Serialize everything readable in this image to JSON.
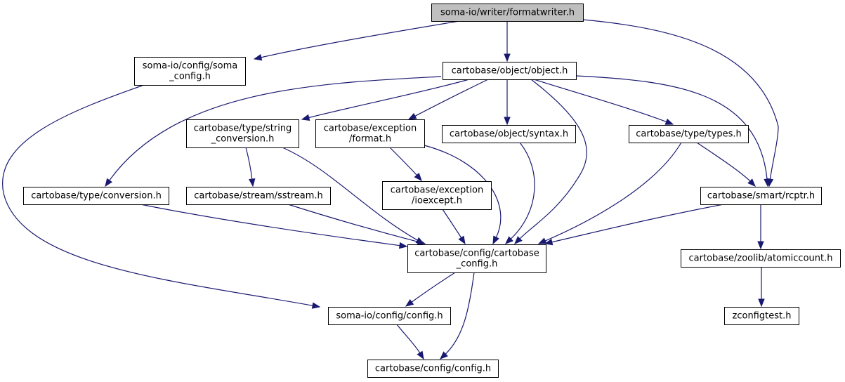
{
  "diagram": {
    "nodes": [
      {
        "id": "formatwriter",
        "lines": [
          "soma-io/writer/formatwriter.h"
        ],
        "root": true
      },
      {
        "id": "soma_config",
        "lines": [
          "soma-io/config/soma",
          "_config.h"
        ]
      },
      {
        "id": "object",
        "lines": [
          "cartobase/object/object.h"
        ]
      },
      {
        "id": "string_conversion",
        "lines": [
          "cartobase/type/string",
          "_conversion.h"
        ]
      },
      {
        "id": "exception_format",
        "lines": [
          "cartobase/exception",
          "/format.h"
        ]
      },
      {
        "id": "syntax",
        "lines": [
          "cartobase/object/syntax.h"
        ]
      },
      {
        "id": "types",
        "lines": [
          "cartobase/type/types.h"
        ]
      },
      {
        "id": "conversion",
        "lines": [
          "cartobase/type/conversion.h"
        ]
      },
      {
        "id": "sstream",
        "lines": [
          "cartobase/stream/sstream.h"
        ]
      },
      {
        "id": "ioexcept",
        "lines": [
          "cartobase/exception",
          "/ioexcept.h"
        ]
      },
      {
        "id": "rcptr",
        "lines": [
          "cartobase/smart/rcptr.h"
        ]
      },
      {
        "id": "cartobase_config",
        "lines": [
          "cartobase/config/cartobase",
          "_config.h"
        ]
      },
      {
        "id": "atomiccount",
        "lines": [
          "cartobase/zoolib/atomiccount.h"
        ]
      },
      {
        "id": "somaio_config",
        "lines": [
          "soma-io/config/config.h"
        ]
      },
      {
        "id": "zconfigtest",
        "lines": [
          "zconfigtest.h"
        ]
      },
      {
        "id": "cartobase_configh",
        "lines": [
          "cartobase/config/config.h"
        ]
      }
    ],
    "edges": [
      {
        "from": "formatwriter",
        "to": "soma_config"
      },
      {
        "from": "formatwriter",
        "to": "object"
      },
      {
        "from": "formatwriter",
        "to": "rcptr"
      },
      {
        "from": "soma_config",
        "to": "somaio_config"
      },
      {
        "from": "object",
        "to": "string_conversion"
      },
      {
        "from": "object",
        "to": "exception_format"
      },
      {
        "from": "object",
        "to": "syntax"
      },
      {
        "from": "object",
        "to": "types"
      },
      {
        "from": "object",
        "to": "conversion"
      },
      {
        "from": "object",
        "to": "rcptr"
      },
      {
        "from": "object",
        "to": "cartobase_config"
      },
      {
        "from": "string_conversion",
        "to": "sstream"
      },
      {
        "from": "string_conversion",
        "to": "cartobase_config"
      },
      {
        "from": "exception_format",
        "to": "ioexcept"
      },
      {
        "from": "exception_format",
        "to": "cartobase_config"
      },
      {
        "from": "syntax",
        "to": "cartobase_config"
      },
      {
        "from": "types",
        "to": "rcptr"
      },
      {
        "from": "types",
        "to": "cartobase_config"
      },
      {
        "from": "conversion",
        "to": "cartobase_config"
      },
      {
        "from": "sstream",
        "to": "cartobase_config"
      },
      {
        "from": "ioexcept",
        "to": "cartobase_config"
      },
      {
        "from": "rcptr",
        "to": "cartobase_config"
      },
      {
        "from": "rcptr",
        "to": "atomiccount"
      },
      {
        "from": "cartobase_config",
        "to": "somaio_config"
      },
      {
        "from": "cartobase_config",
        "to": "cartobase_configh"
      },
      {
        "from": "atomiccount",
        "to": "zconfigtest"
      },
      {
        "from": "somaio_config",
        "to": "cartobase_configh"
      }
    ]
  }
}
